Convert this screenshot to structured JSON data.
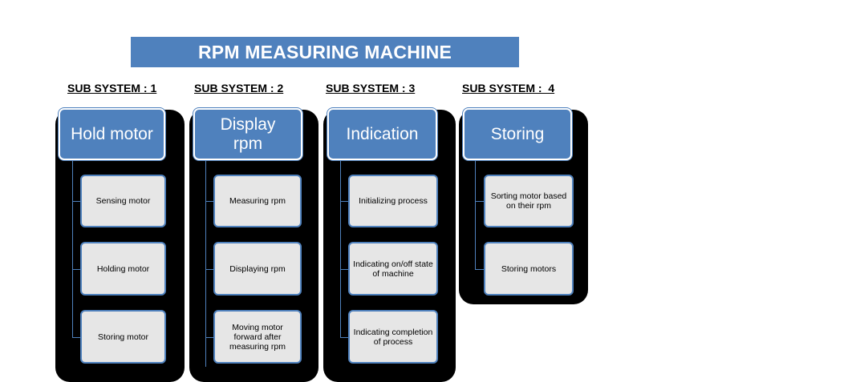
{
  "title": "RPM MEASURING MACHINE",
  "colors": {
    "header_blue": "#4f81bd",
    "panel_black": "#000000",
    "child_fill": "#e6e6e6"
  },
  "subsystems": [
    {
      "label": "SUB SYSTEM : 1",
      "head": "Hold motor",
      "children": [
        "Sensing motor",
        "Holding motor",
        "Storing motor"
      ]
    },
    {
      "label": "SUB SYSTEM : 2",
      "head": "Display rpm",
      "children": [
        "Measuring rpm",
        "Displaying rpm",
        "Moving motor forward after measuring rpm"
      ]
    },
    {
      "label": "SUB SYSTEM : 3",
      "head": "Indication",
      "children": [
        "Initializing process",
        "Indicating on/off state of machine",
        "Indicating completion of process"
      ]
    },
    {
      "label": "SUB SYSTEM :  4",
      "head": "Storing",
      "children": [
        "Sorting motor based  on their rpm",
        "Storing motors"
      ]
    }
  ]
}
